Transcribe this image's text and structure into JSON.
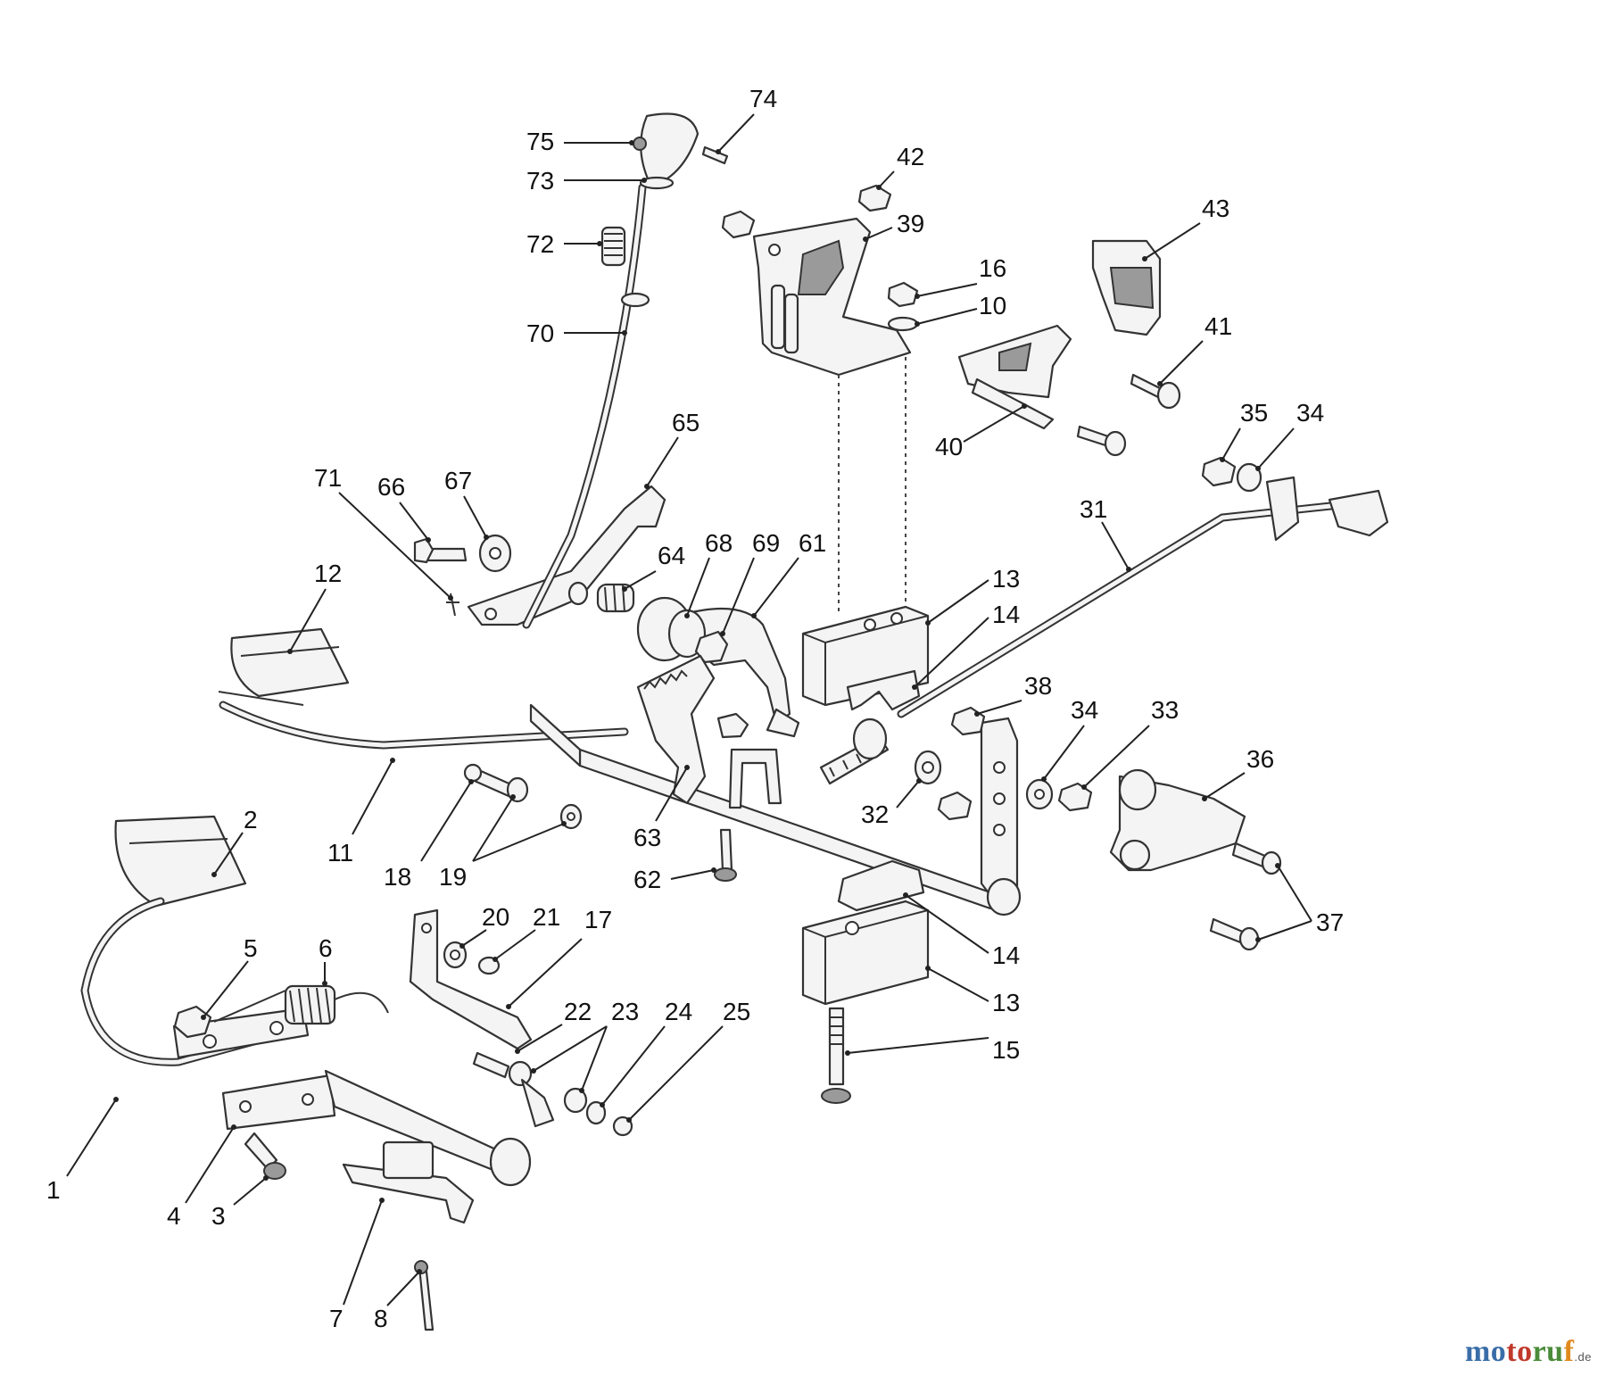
{
  "diagram": {
    "callouts": [
      {
        "label": "1"
      },
      {
        "label": "2"
      },
      {
        "label": "3"
      },
      {
        "label": "4"
      },
      {
        "label": "5"
      },
      {
        "label": "6"
      },
      {
        "label": "7"
      },
      {
        "label": "8"
      },
      {
        "label": "10"
      },
      {
        "label": "11"
      },
      {
        "label": "12"
      },
      {
        "label": "13"
      },
      {
        "label": "13"
      },
      {
        "label": "14"
      },
      {
        "label": "14"
      },
      {
        "label": "15"
      },
      {
        "label": "16"
      },
      {
        "label": "17"
      },
      {
        "label": "18"
      },
      {
        "label": "19"
      },
      {
        "label": "20"
      },
      {
        "label": "21"
      },
      {
        "label": "22"
      },
      {
        "label": "23"
      },
      {
        "label": "24"
      },
      {
        "label": "25"
      },
      {
        "label": "31"
      },
      {
        "label": "32"
      },
      {
        "label": "33"
      },
      {
        "label": "34"
      },
      {
        "label": "34"
      },
      {
        "label": "35"
      },
      {
        "label": "36"
      },
      {
        "label": "37"
      },
      {
        "label": "38"
      },
      {
        "label": "39"
      },
      {
        "label": "40"
      },
      {
        "label": "41"
      },
      {
        "label": "42"
      },
      {
        "label": "43"
      },
      {
        "label": "61"
      },
      {
        "label": "62"
      },
      {
        "label": "63"
      },
      {
        "label": "64"
      },
      {
        "label": "65"
      },
      {
        "label": "66"
      },
      {
        "label": "67"
      },
      {
        "label": "68"
      },
      {
        "label": "69"
      },
      {
        "label": "70"
      },
      {
        "label": "71"
      },
      {
        "label": "72"
      },
      {
        "label": "73"
      },
      {
        "label": "74"
      },
      {
        "label": "75"
      }
    ]
  },
  "watermark": {
    "part1": "mo",
    "part2": "to",
    "part3": "ru",
    "part4": "f",
    "tld": ".de"
  }
}
